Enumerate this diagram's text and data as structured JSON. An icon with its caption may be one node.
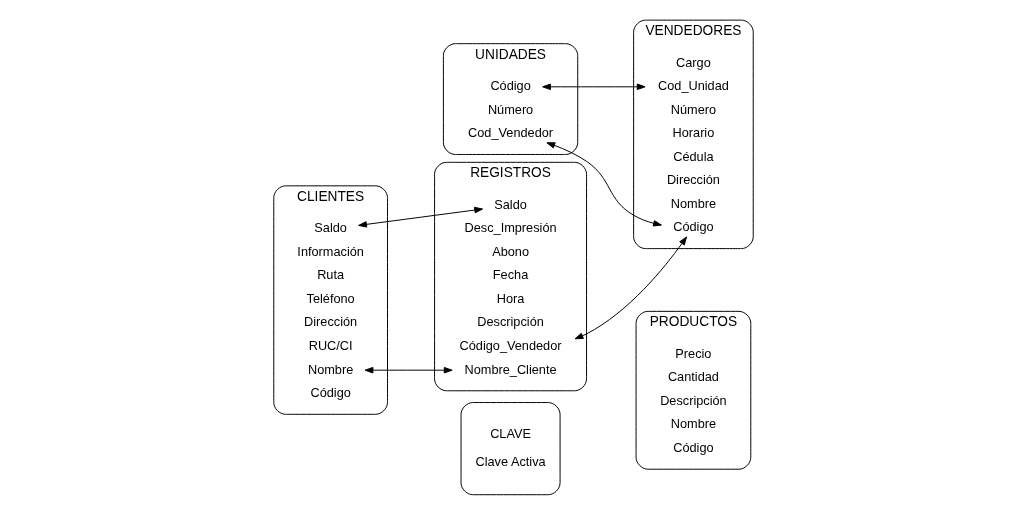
{
  "diagram": {
    "nodes": [
      {
        "text": [
          "CLAVE",
          "Clave Activa"
        ]
      },
      {
        "text": [
          "PRODUCTOS"
        ]
      },
      {
        "text": [
          "Código"
        ],
        "in": 1
      },
      {
        "text": [
          "Nombre"
        ],
        "in": 1
      },
      {
        "text": [
          "Descripción"
        ],
        "in": 1
      },
      {
        "text": [
          "Cantidad"
        ],
        "in": 1
      },
      {
        "text": [
          "Precio"
        ],
        "in": 1
      },
      {
        "text": [
          "CLIENTES"
        ]
      },
      {
        "text": [
          "Código"
        ],
        "in": 7
      },
      {
        "text": [
          "Nombre"
        ],
        "in": 7
      },
      {
        "text": [
          "RUC/CI"
        ],
        "in": 7
      },
      {
        "text": [
          "Dirección"
        ],
        "in": 7
      },
      {
        "text": [
          "Teléfono"
        ],
        "in": 7
      },
      {
        "text": [
          "Ruta"
        ],
        "in": 7
      },
      {
        "text": [
          "Información"
        ],
        "in": 7
      },
      {
        "text": [
          "Saldo"
        ],
        "in": 7
      },
      {
        "text": [
          "REGISTROS"
        ]
      },
      {
        "text": [
          "Nombre_Cliente"
        ],
        "in": 16
      },
      {
        "text": [
          "Código_Vendedor"
        ],
        "in": 16
      },
      {
        "text": [
          "Descripción"
        ],
        "in": 16
      },
      {
        "text": [
          "Hora"
        ],
        "in": 16
      },
      {
        "text": [
          "Fecha"
        ],
        "in": 16
      },
      {
        "text": [
          "Abono"
        ],
        "in": 16
      },
      {
        "text": [
          "Desc_Impresión"
        ],
        "in": 16
      },
      {
        "text": [
          "Saldo"
        ],
        "in": 16
      },
      {
        "text": [
          "VENDEDORES"
        ]
      },
      {
        "text": [
          "Código"
        ],
        "in": 25
      },
      {
        "text": [
          "Nombre"
        ],
        "in": 25
      },
      {
        "text": [
          "Dirección"
        ],
        "in": 25
      },
      {
        "text": [
          "Cédula"
        ],
        "in": 25
      },
      {
        "text": [
          "Horario"
        ],
        "in": 25
      },
      {
        "text": [
          "Número"
        ],
        "in": 25
      },
      {
        "text": [
          "Cod_Unidad"
        ],
        "in": 25
      },
      {
        "text": [
          "Cargo"
        ],
        "in": 25
      },
      {
        "text": [
          "UNIDADES"
        ]
      },
      {
        "text": [
          "Cod_Vendedor"
        ],
        "in": 34
      },
      {
        "text": [
          "Número"
        ],
        "in": 34
      },
      {
        "text": [
          "Código"
        ],
        "in": 34
      }
    ],
    "edges": [
      {
        "from": 9,
        "to": 17,
        "arrow": "both"
      },
      {
        "from": 18,
        "to": 26,
        "arrow": "both"
      },
      {
        "from": 26,
        "to": 35,
        "arrow": "both"
      },
      {
        "from": 37,
        "to": 32,
        "arrow": "both"
      },
      {
        "from": 15,
        "to": 24,
        "arrow": "both"
      }
    ]
  }
}
